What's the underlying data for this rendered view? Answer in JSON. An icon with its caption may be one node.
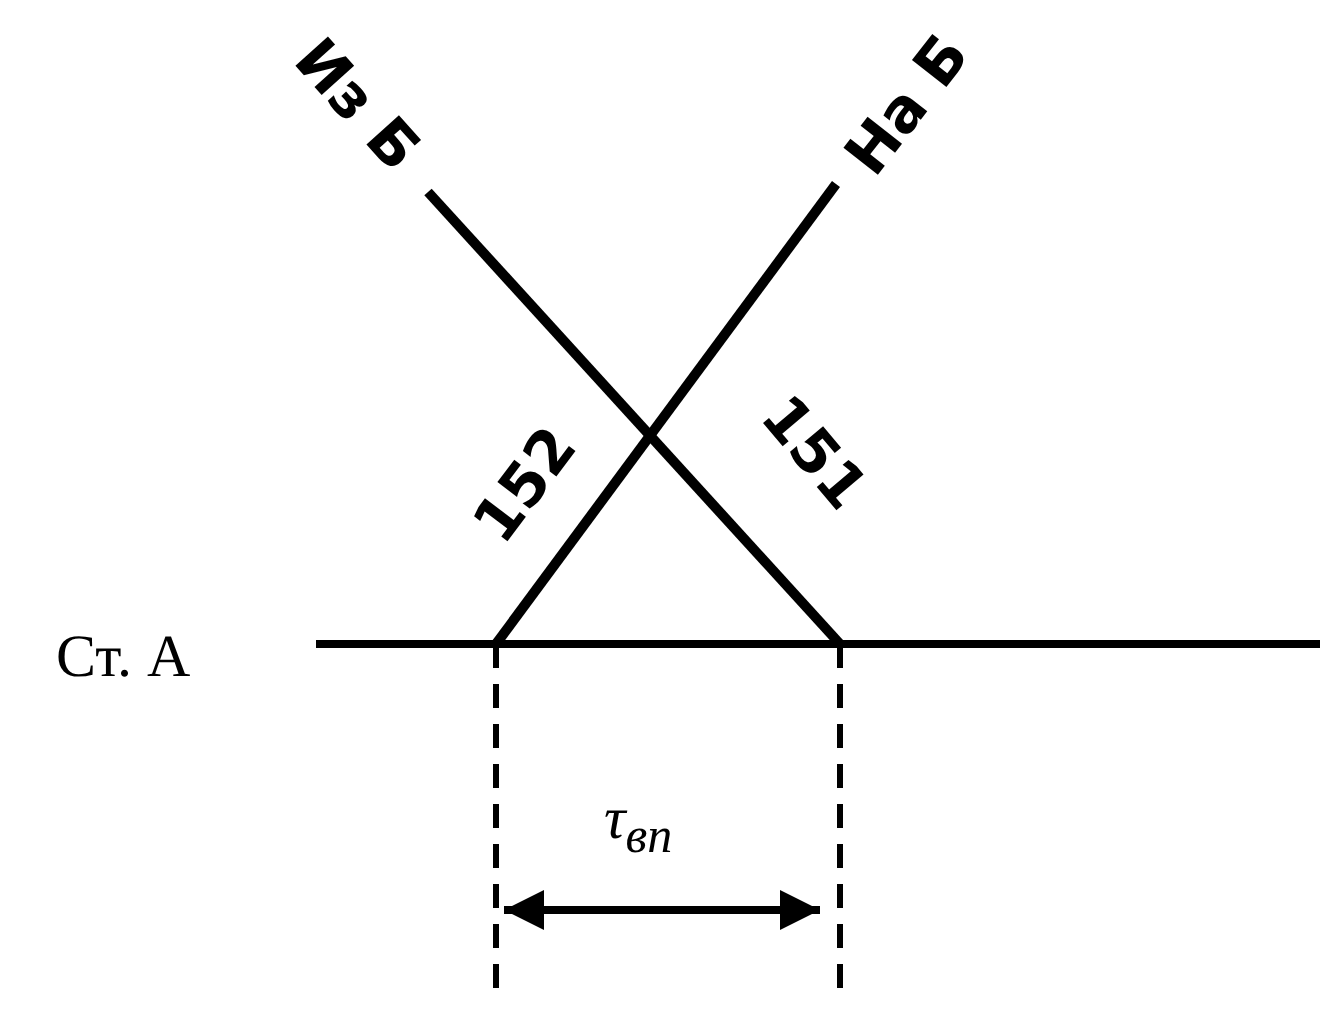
{
  "diagram": {
    "labels": [
      "Из Б",
      "На Б",
      "152",
      "151",
      "Ст. А",
      "τ$_{вп}$"
    ]
  }
}
